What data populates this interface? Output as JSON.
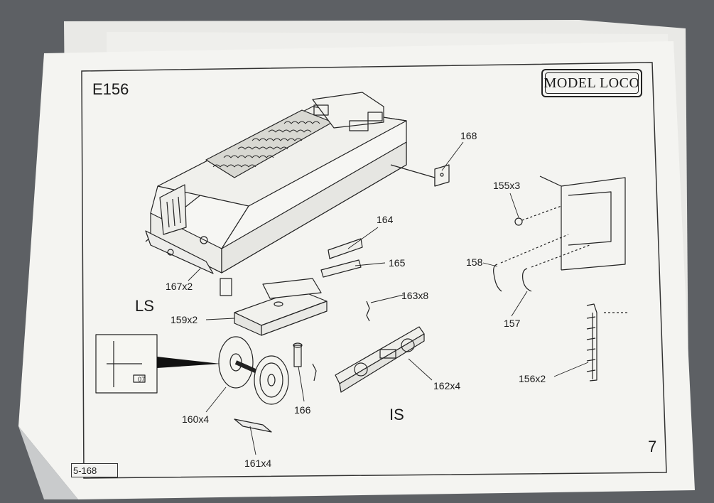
{
  "sheet": {
    "code": "E156",
    "brand": "MODEL LOCO",
    "page_number": "7",
    "page_tag": "5-168"
  },
  "labels": {
    "p168": "168",
    "p155": "155x3",
    "p164": "164",
    "p165": "165",
    "p163": "163x8",
    "p158": "158",
    "p157": "157",
    "p167": "167x2",
    "ls": "LS",
    "p159": "159x2",
    "p162": "162x4",
    "p156": "156x2",
    "p160": "160x4",
    "p166": "166",
    "is": "IS",
    "p161": "161x4",
    "inset": "07"
  }
}
